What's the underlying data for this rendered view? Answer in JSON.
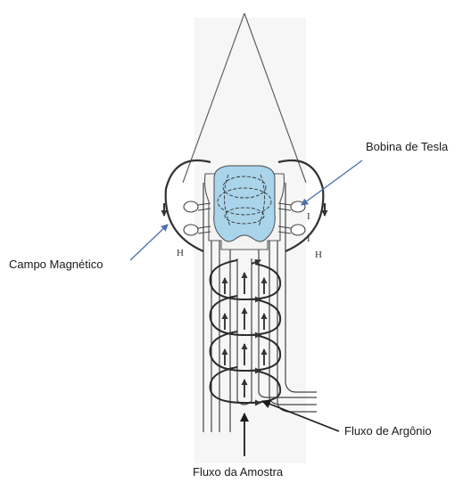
{
  "labels": {
    "bobina": "Bobina de Tesla",
    "campo": "Campo Magnético",
    "argonio": "Fluxo de Argônio",
    "amostra": "Fluxo da Amostra"
  },
  "letters": {
    "h_left": "H",
    "h_right": "H",
    "i_upper": "I",
    "i_lower": "I"
  },
  "colors": {
    "plasma": "#a9d4ea",
    "arrow_blue": "#4a6fb0",
    "line": "#3a3a3a"
  }
}
